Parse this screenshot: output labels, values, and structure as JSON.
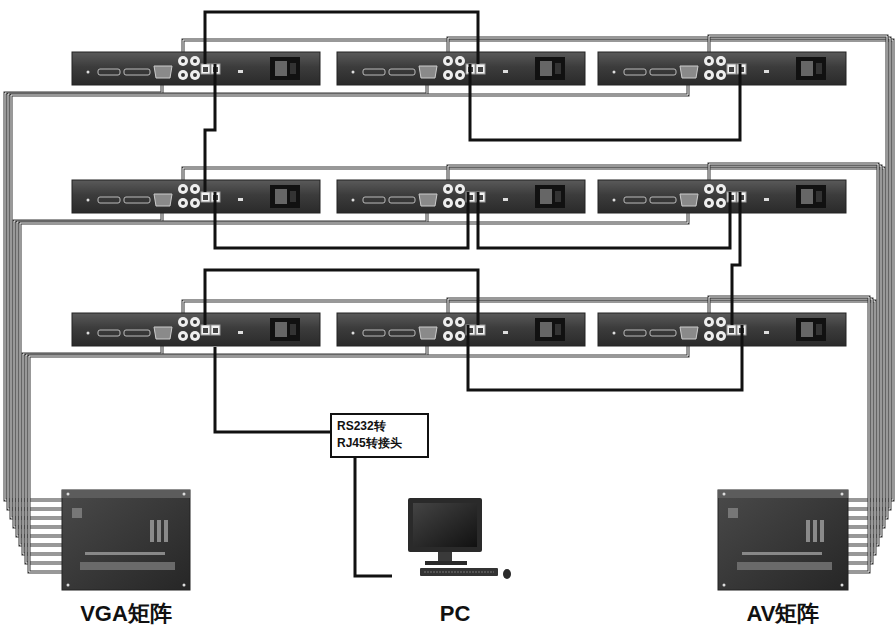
{
  "diagram": {
    "nodes": [
      {
        "text": [
          "RS232转 RJ45转接头"
        ]
      },
      {
        "text": [
          "VGA矩阵"
        ]
      },
      {
        "text": [
          "PC"
        ]
      },
      {
        "text": [
          "AV矩阵"
        ]
      }
    ],
    "edges": [
      {
        "from": 0,
        "to": 2,
        "arrow": "none"
      }
    ]
  }
}
